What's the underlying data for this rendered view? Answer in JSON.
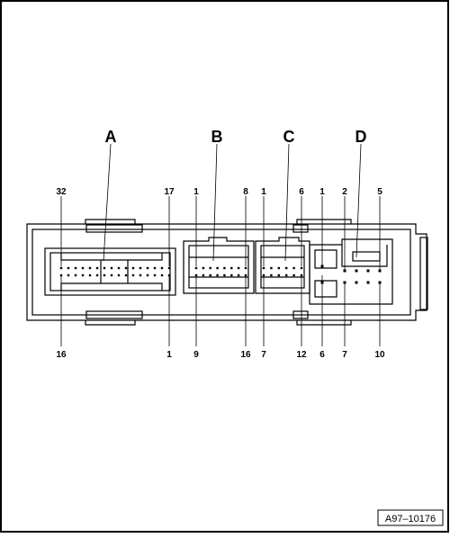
{
  "figure_id": "A97–10176",
  "connectors": [
    {
      "letter": "A",
      "top_left": "32",
      "top_right": "17",
      "bottom_left": "16",
      "bottom_right": "1"
    },
    {
      "letter": "B",
      "top_left": "1",
      "top_right": "8",
      "bottom_left": "9",
      "bottom_right": "16"
    },
    {
      "letter": "C",
      "top_left": "1",
      "top_right": "6",
      "bottom_left": "7",
      "bottom_right": "12"
    },
    {
      "letter": "D",
      "top_left": "1",
      "top_mid": "2",
      "top_right": "5",
      "bottom_left": "6",
      "bottom_mid": "7",
      "bottom_right": "10"
    }
  ]
}
